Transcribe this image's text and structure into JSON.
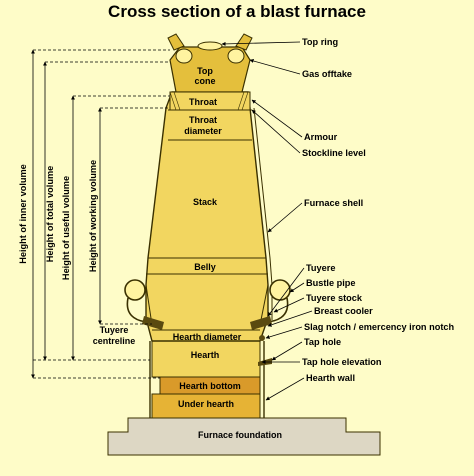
{
  "title": "Cross section of a blast furnace",
  "colors": {
    "background": "#fefcc8",
    "fill": "#f2d660",
    "outline": "#3a3000",
    "foundation": "#ddd7c4",
    "hearth_region": "#d99a2a",
    "top_cone": "#e4bf3c"
  },
  "inner_labels": {
    "top_cone": [
      "Top",
      "cone"
    ],
    "throat": "Throat",
    "throat_diameter": [
      "Throat",
      "diameter"
    ],
    "stack": "Stack",
    "belly": "Belly",
    "hearth_diameter": "Hearth diameter",
    "hearth": "Hearth",
    "hearth_bottom": "Hearth bottom",
    "under_hearth": "Under hearth",
    "foundation": "Furnace foundation",
    "tuyere_centreline": [
      "Tuyere",
      "centreline"
    ]
  },
  "right_labels": {
    "top_ring": "Top ring",
    "gas_offtake": "Gas offtake",
    "armour": "Armour",
    "stockline_level": "Stockline level",
    "furnace_shell": "Furnace shell",
    "tuyere": "Tuyere",
    "bustle_pipe": "Bustle pipe",
    "tuyere_stock": "Tuyere stock",
    "breast_cooler": "Breast cooler",
    "slag_notch": "Slag notch / emercency iron notch",
    "tap_hole": "Tap hole",
    "tap_hole_elevation": "Tap hole elevation",
    "hearth_wall": "Hearth wall"
  },
  "vertical_labels": {
    "inner_volume": "Height of inner volume",
    "total_volume": "Height of total volume",
    "useful_volume": "Height of useful volume",
    "working_volume": "Height of working volume"
  }
}
